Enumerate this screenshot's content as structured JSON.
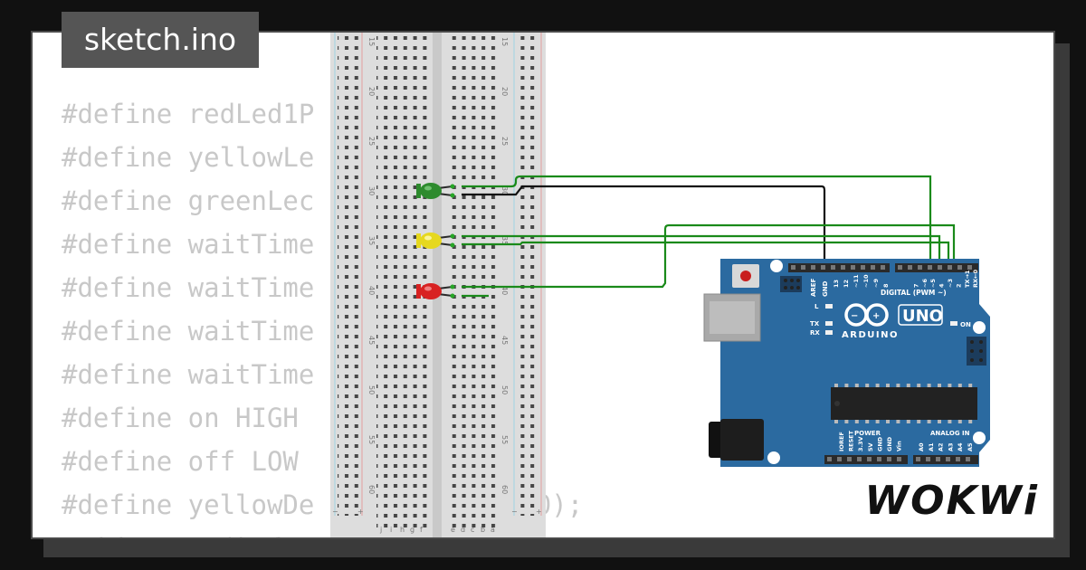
{
  "file_tab": {
    "label": "sketch.ino"
  },
  "code_lines": [
    "#define redLed1P",
    "#define yellowLe",
    "#define greenLec",
    "#define waitTime",
    "#define waitTime",
    "#define waitTime",
    "#define waitTime",
    "#define on HIGH",
    "#define off LOW",
    "#define yellowDe             00);",
    "void setup() {"
  ],
  "breadboard": {
    "row_numbers": [
      "15",
      "20",
      "25",
      "30",
      "35",
      "40",
      "45",
      "50",
      "55",
      "60"
    ],
    "column_letters_left": [
      "j",
      "i",
      "h",
      "g",
      "f"
    ],
    "column_letters_right": [
      "e",
      "d",
      "c",
      "b",
      "a"
    ],
    "rail_signs": [
      "−",
      "+",
      "−",
      "+"
    ]
  },
  "leds": [
    {
      "color": "green",
      "hex": "#2e8b2e"
    },
    {
      "color": "yellow",
      "hex": "#e6d81e"
    },
    {
      "color": "red",
      "hex": "#d82222"
    }
  ],
  "wire_colors": {
    "signal": "#1a8a1a",
    "ground": "#111111"
  },
  "arduino": {
    "board_color": "#2b6aa0",
    "labels": {
      "aref": "AREF",
      "gnd": "GND",
      "digital": "DIGITAL (PWM ~)",
      "led_l": "L",
      "tx": "TX",
      "rx": "RX",
      "brand": "ARDUINO",
      "model": "UNO",
      "on": "ON",
      "power": "POWER",
      "analog_in": "ANALOG IN"
    },
    "digital_pins": [
      "13",
      "12",
      "~11",
      "~10",
      "~9",
      "8",
      "7",
      "~6",
      "~5",
      "4",
      "~3",
      "2",
      "TX→1",
      "RX←0"
    ],
    "power_pins": [
      "IOREF",
      "RESET",
      "3.3V",
      "5V",
      "GND",
      "GND",
      "Vin"
    ],
    "analog_pins": [
      "A0",
      "A1",
      "A2",
      "A3",
      "A4",
      "A5"
    ]
  },
  "brand_logo": {
    "text": "WOKWi"
  }
}
